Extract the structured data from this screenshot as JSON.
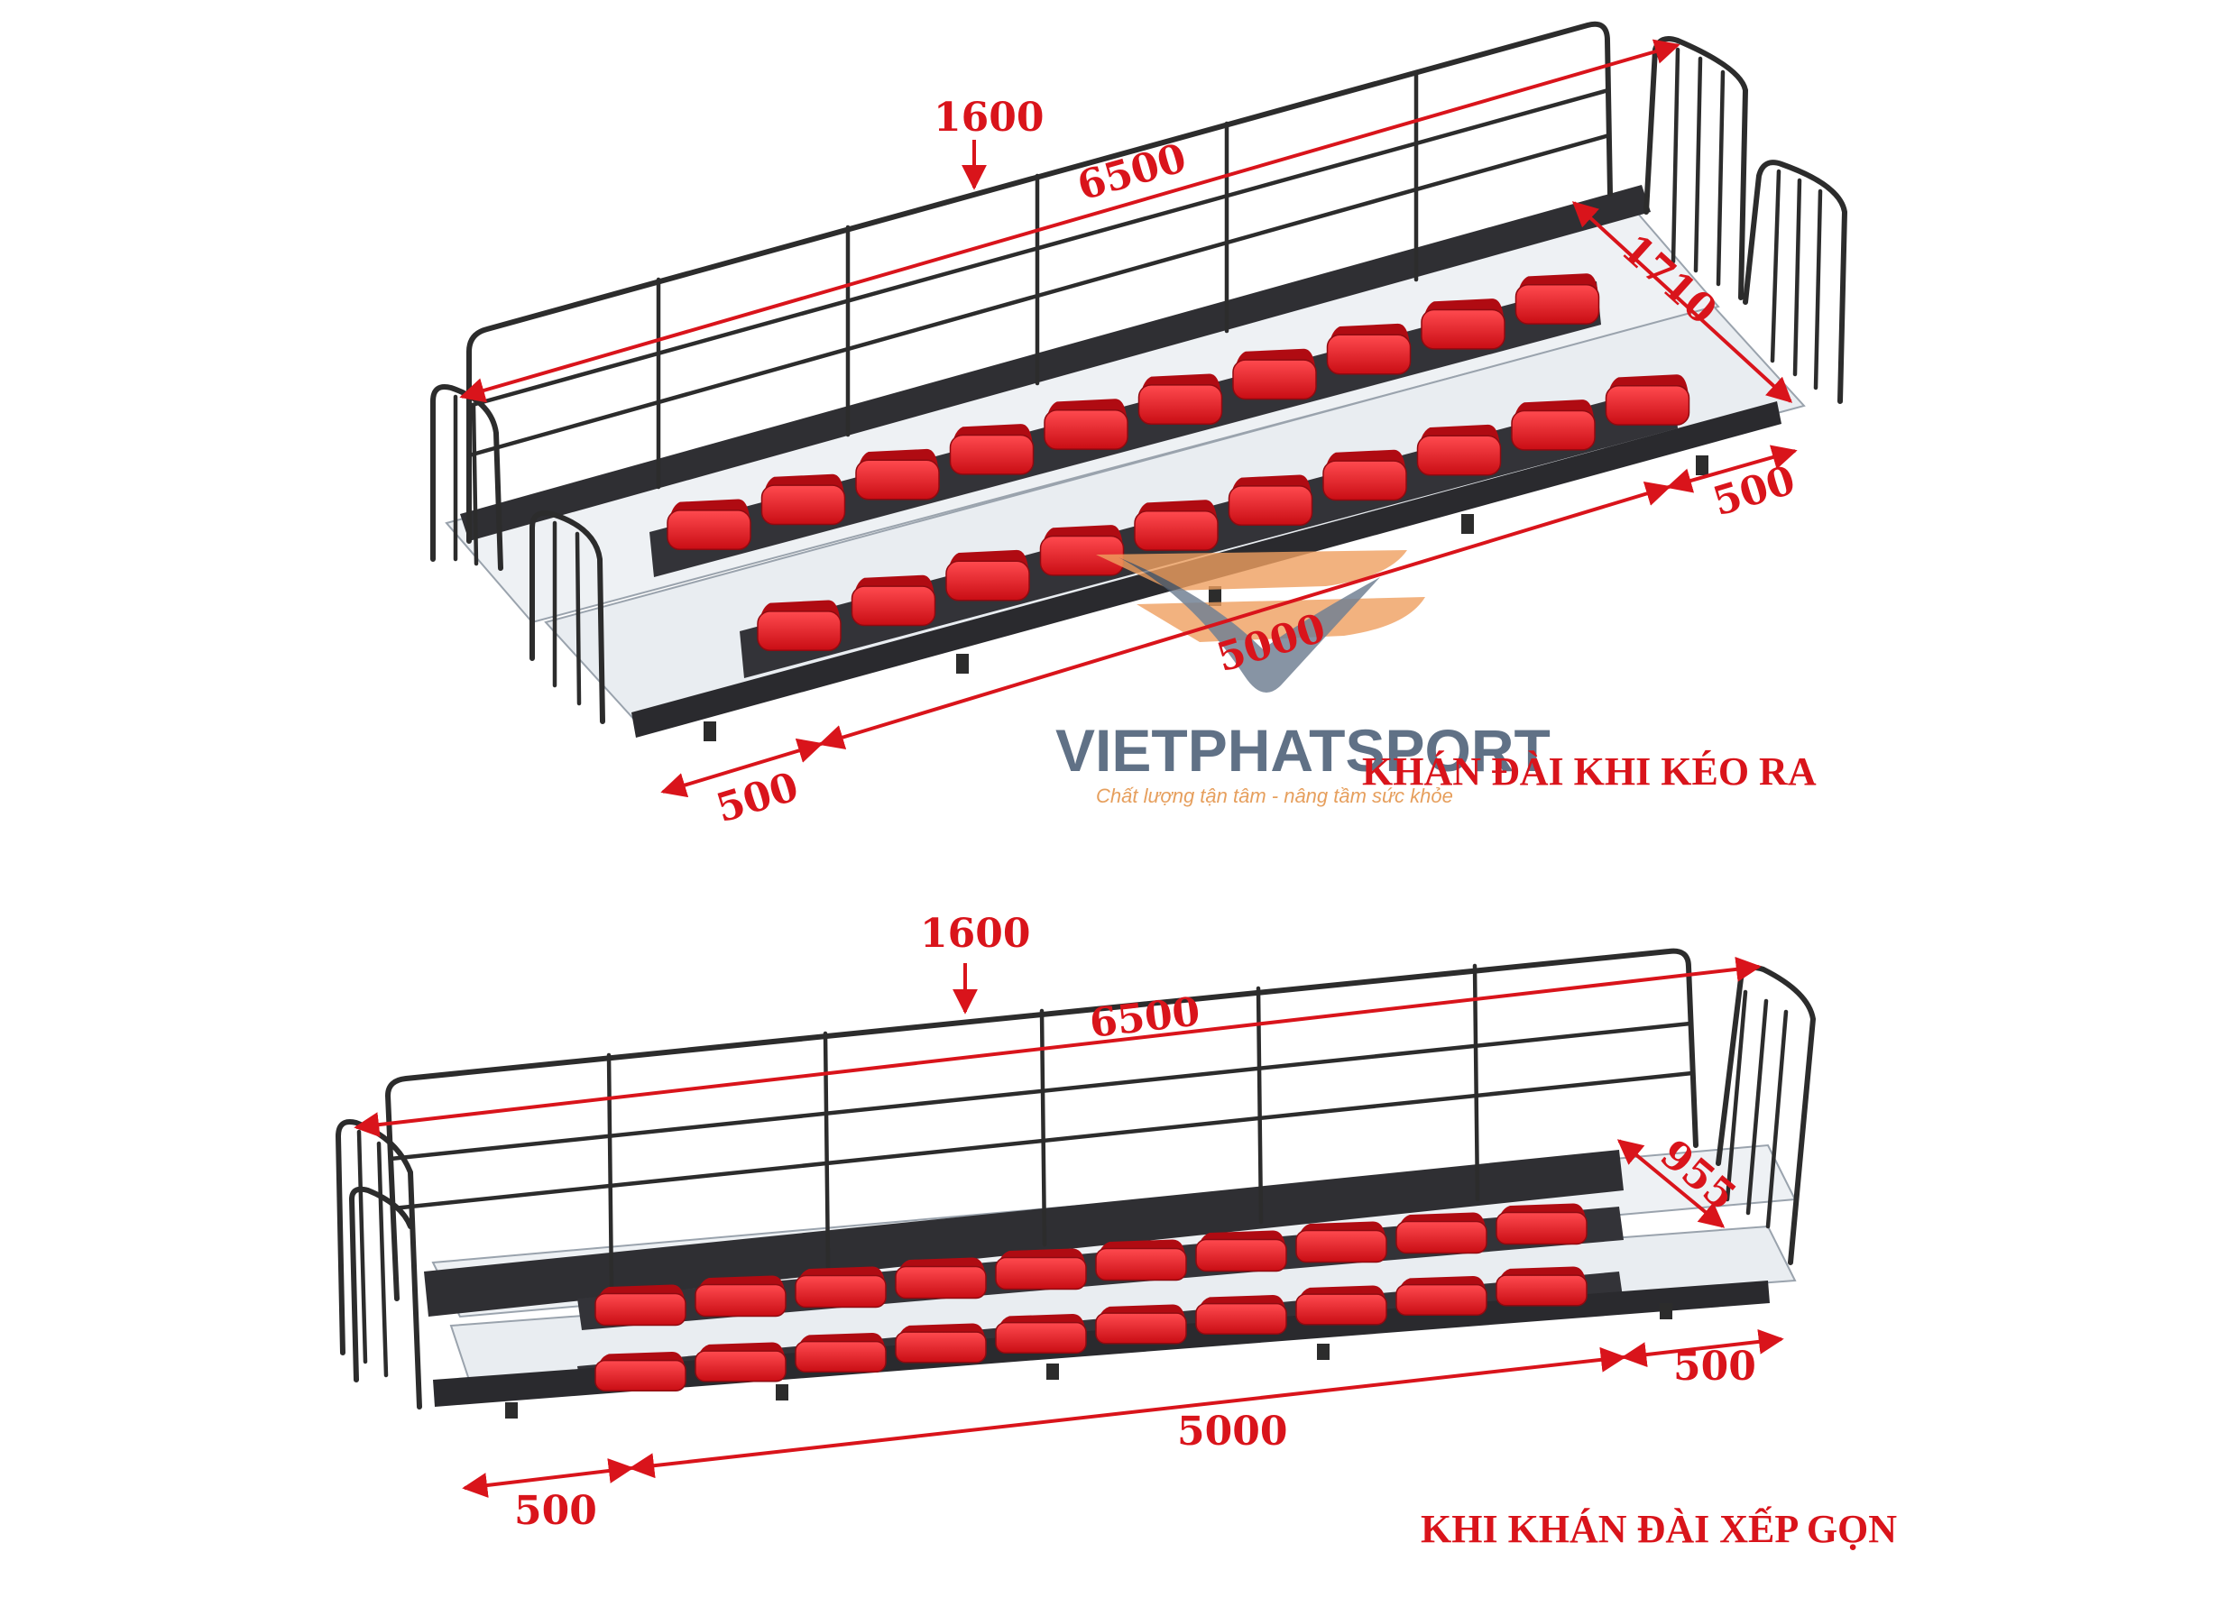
{
  "top_diagram": {
    "dim_height": "1600",
    "dim_length": "6500",
    "dim_depth": "1710",
    "dim_right_end": "500",
    "dim_middle": "5000",
    "dim_left_end": "500",
    "caption": "KHÁN ĐÀI KHI KÉO RA"
  },
  "bottom_diagram": {
    "dim_height": "1600",
    "dim_length": "6500",
    "dim_depth": "955",
    "dim_right_end": "500",
    "dim_middle": "5000",
    "dim_left_end": "500",
    "caption": "KHI KHÁN ĐÀI XẾP GỌN"
  },
  "watermark": {
    "brand": "VIETPHATSPORT",
    "tagline": "Chất lượng tận tâm - nâng tầm sức khỏe"
  },
  "colors": {
    "seat": "#e8141c",
    "frame": "#2c2c2c",
    "deck": "#eef1f4",
    "dimension": "#d9141b",
    "brand_blue": "#4f6279",
    "brand_orange": "#f0a060"
  }
}
